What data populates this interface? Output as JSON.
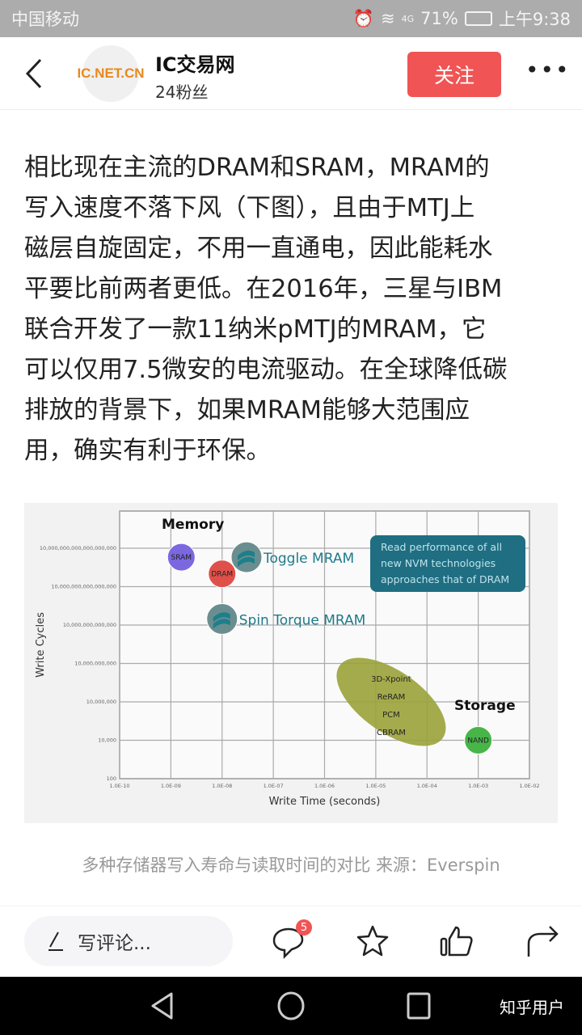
{
  "status_bar": {
    "carrier": "中国移动",
    "network": "4G",
    "battery": "71%",
    "time": "上午9:38"
  },
  "header": {
    "avatar_logo": "IC.NET.CN",
    "account_name": "IC交易网",
    "followers": "24粉丝",
    "follow_label": "关注",
    "more_label": "•••"
  },
  "article": {
    "lines": [
      "相比现在主流的DRAM和SRAM，MRAM的",
      "写入速度不落下风（下图），且由于MTJ上",
      "磁层自旋固定，不用一直通电，因此能耗水",
      "平要比前两者更低。在2016年，三星与IBM",
      "联合开发了一款11纳米pMTJ的MRAM，它",
      "可以仅用7.5微安的电流驱动。在全球降低碳",
      "排放的背景下，如果MRAM能够大范围应",
      "用，确实有利于环保。"
    ]
  },
  "chart_data": {
    "type": "scatter",
    "xlabel": "Write Time (seconds)",
    "ylabel": "Write Cycles",
    "x_scale": "log",
    "y_scale": "log",
    "x_ticks": [
      "1.0E-10",
      "1.0E-09",
      "1.0E-08",
      "1.0E-07",
      "1.0E-06",
      "1.0E-05",
      "1.0E-04",
      "1.0E-03",
      "1.0E-02"
    ],
    "x_tick_values": [
      1e-10,
      1e-09,
      1e-08,
      1e-07,
      1e-06,
      1e-05,
      0.0001,
      0.001,
      0.01
    ],
    "y_ticks": [
      "100",
      "10,000",
      "10,000,000",
      "10,000,000,000",
      "10,000,000,000,000",
      "10,000,000,000,000,000",
      "10,000,000,000,000,000,000"
    ],
    "y_tick_values": [
      100.0,
      10000.0,
      10000000.0,
      10000000000.0,
      10000000000000.0,
      1e+16,
      1e+19
    ],
    "grid": true,
    "group_labels": [
      "Memory",
      "Storage"
    ],
    "points": [
      {
        "label": "SRAM",
        "x": 1.6e-09,
        "y": 2e+18,
        "color": "#7b68e0"
      },
      {
        "label": "DRAM",
        "x": 1e-08,
        "y": 1e+17,
        "color": "#e0504a"
      },
      {
        "label": "Toggle MRAM",
        "x": 3e-08,
        "y": 2e+18,
        "color": "#6a8e8f"
      },
      {
        "label": "Spin Torque MRAM",
        "x": 1e-08,
        "y": 30000000000000.0,
        "color": "#6a8e8f"
      },
      {
        "label": "NAND",
        "x": 0.001,
        "y": 10000.0,
        "color": "#48b548"
      }
    ],
    "region": {
      "labels": [
        "3D-Xpoint",
        "ReRAM",
        "PCM",
        "CBRAM"
      ],
      "x": 2e-05,
      "y": 10000000.0,
      "color": "#9aa23a"
    },
    "annotation": "Read performance of all new NVM technologies approaches that of DRAM",
    "annotation_color": "#1f6e82"
  },
  "caption": "多种存储器写入寿命与读取时间的对比 来源：Everspin",
  "bottom_bar": {
    "comment_placeholder": "写评论...",
    "comment_count": "5"
  },
  "nav": {
    "user_label": "知乎用户"
  }
}
